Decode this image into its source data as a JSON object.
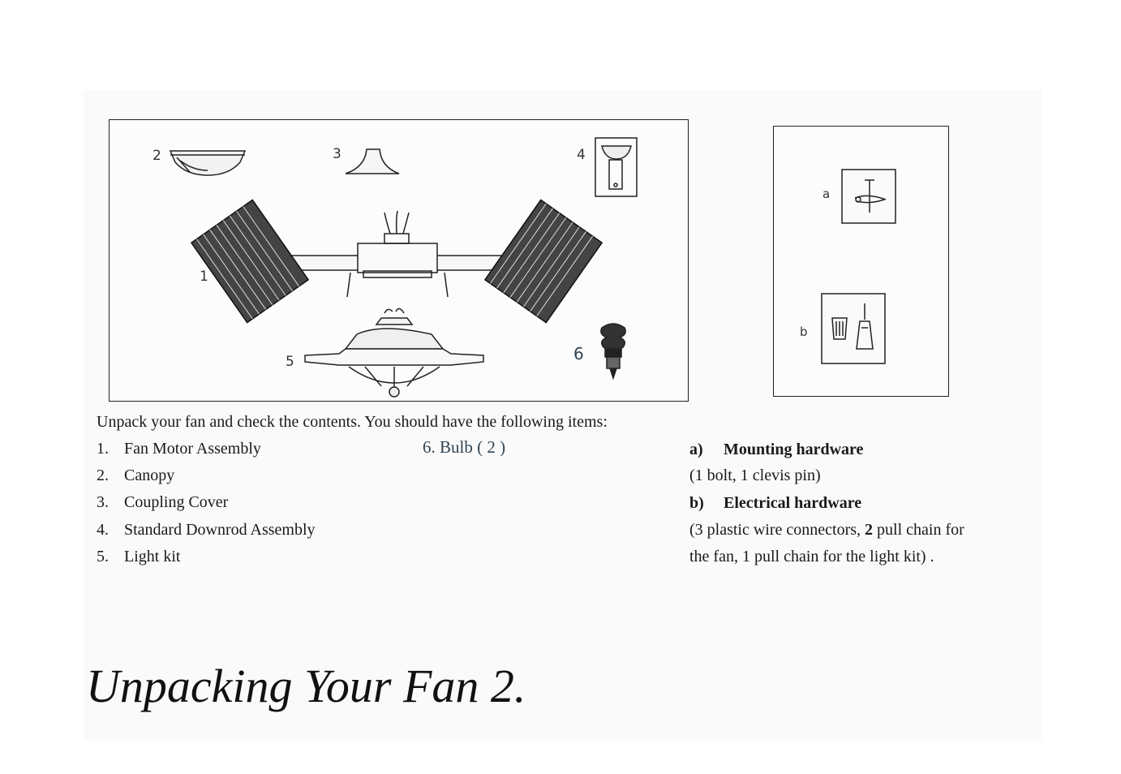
{
  "figure": {
    "labels": {
      "n1": "1",
      "n2": "2",
      "n3": "3",
      "n4": "4",
      "n5": "5",
      "n6": "6"
    },
    "hardware_labels": {
      "a": "a",
      "b": "b"
    }
  },
  "intro": "Unpack your fan and check the contents. You should have the following items:",
  "items": [
    {
      "num": "1.",
      "label": "Fan Motor Assembly"
    },
    {
      "num": "2.",
      "label": "Canopy"
    },
    {
      "num": "3.",
      "label": "Coupling Cover"
    },
    {
      "num": "4.",
      "label": "Standard Downrod Assembly"
    },
    {
      "num": "5.",
      "label": "Light kit"
    }
  ],
  "bulb_item": "6.  Bulb ( 2 )",
  "hardware": {
    "a_label": "a)",
    "a_title": "Mounting hardware",
    "a_desc": "(1 bolt, 1 clevis pin)",
    "b_label": "b)",
    "b_title": "Electrical hardware",
    "b_desc_1_pre": "(3 plastic wire connectors, ",
    "b_desc_1_bold": "2",
    "b_desc_1_post": " pull chain for",
    "b_desc_2": "the fan, 1 pull chain for the light kit) ."
  },
  "page_title": "Unpacking Your Fan 2."
}
